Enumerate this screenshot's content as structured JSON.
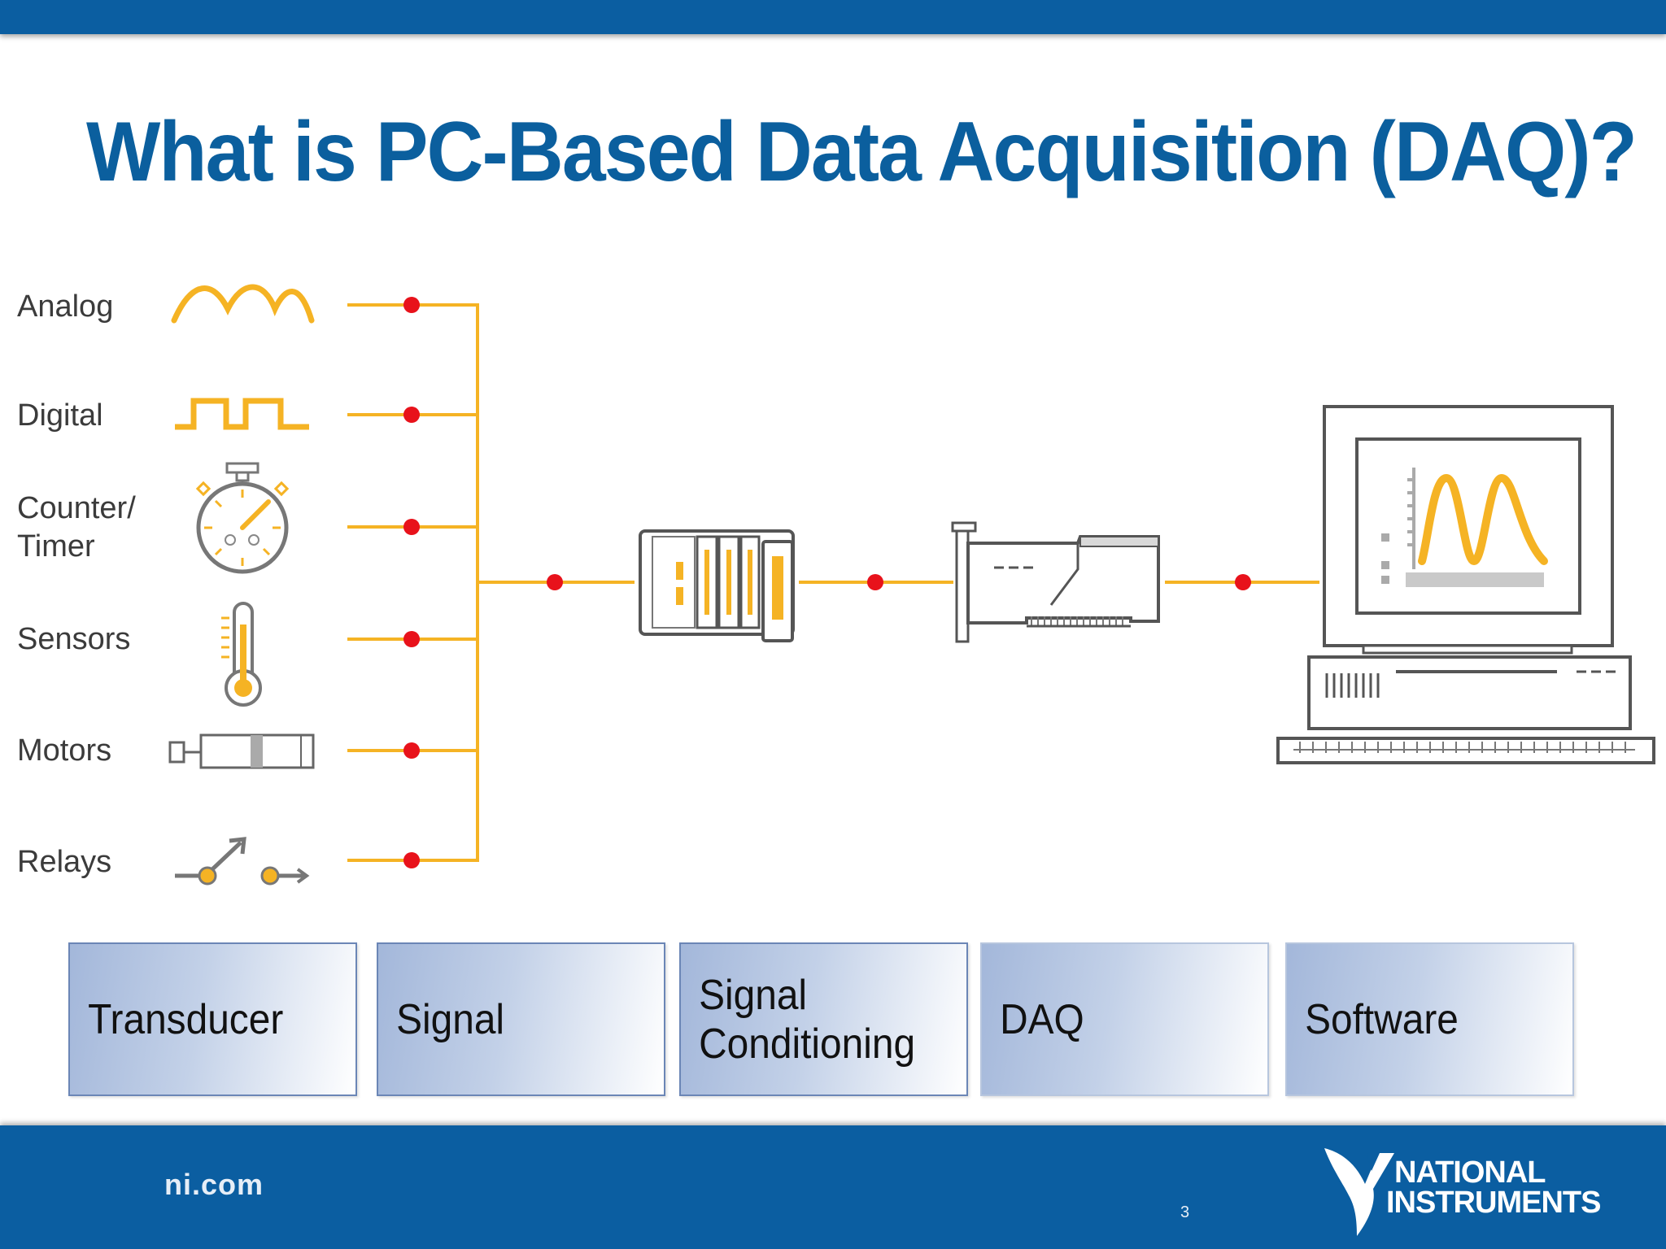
{
  "title": "What is PC-Based Data Acquisition (DAQ)?",
  "signals": [
    {
      "label": "Analog",
      "icon": "sine-wave-icon"
    },
    {
      "label": "Digital",
      "icon": "square-wave-icon"
    },
    {
      "label": "Counter/\nTimer",
      "icon": "stopwatch-icon"
    },
    {
      "label": "Sensors",
      "icon": "thermometer-icon"
    },
    {
      "label": "Motors",
      "icon": "motor-icon"
    },
    {
      "label": "Relays",
      "icon": "relay-switch-icon"
    }
  ],
  "devices": [
    {
      "name": "signal-conditioning-module-icon"
    },
    {
      "name": "daq-card-icon"
    },
    {
      "name": "computer-icon"
    }
  ],
  "stages": [
    {
      "label": "Transducer"
    },
    {
      "label": "Signal"
    },
    {
      "label": "Signal\nConditioning"
    },
    {
      "label": "DAQ"
    },
    {
      "label": "Software"
    }
  ],
  "footer": {
    "url": "ni.com",
    "page_number": "3",
    "brand_line1": "NATIONAL",
    "brand_line2": "INSTRUMENTS"
  },
  "colors": {
    "brand_blue": "#0b5ea1",
    "title_blue": "#0b5f9e",
    "wire_orange": "#f5b324",
    "node_red": "#e8121b"
  }
}
